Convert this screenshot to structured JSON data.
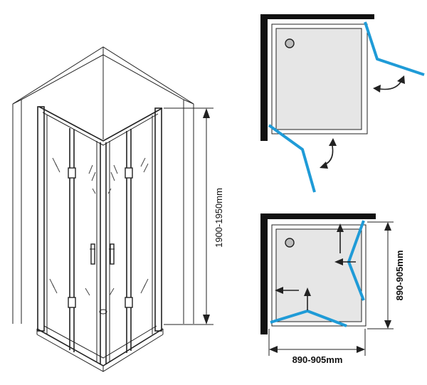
{
  "dimensions": {
    "height_label": "1900-1950mm",
    "side_width_label": "890-905mm",
    "bottom_width_label": "890-905mm"
  },
  "colors": {
    "door_glass": "#1f9bd7",
    "outline": "#222222",
    "tray_shade": "#e6e6e6"
  }
}
